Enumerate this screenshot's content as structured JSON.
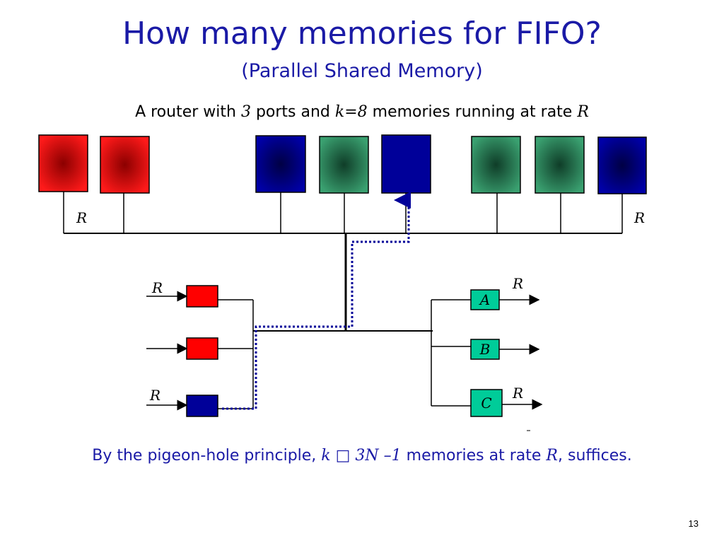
{
  "slide": {
    "title": "How many memories for FIFO?",
    "subtitle": "(Parallel Shared Memory)",
    "intro": {
      "pre": "A router with ",
      "ports": "3",
      "mid": " ports and ",
      "k": "k=8",
      "post": " memories running at rate ",
      "rate": "R"
    },
    "conclusion": {
      "pre": "By the pigeon-hole principle, ",
      "formula": "k □ 3N –1",
      "mid": "  memories at rate ",
      "rate": "R",
      "post": ", suffices."
    },
    "page_number": "13"
  },
  "diagram": {
    "rate_label": "R",
    "memories": [
      {
        "style": "red-gradient"
      },
      {
        "style": "red-gradient"
      },
      {
        "style": "blue-gradient"
      },
      {
        "style": "green-gradient"
      },
      {
        "style": "blue-solid"
      },
      {
        "style": "green-gradient"
      },
      {
        "style": "green-gradient"
      },
      {
        "style": "blue-gradient"
      }
    ],
    "input_packets": [
      {
        "color": "red"
      },
      {
        "color": "red"
      },
      {
        "color": "blue"
      }
    ],
    "output_queues": [
      "A",
      "B",
      "C"
    ],
    "colors": {
      "red": "#ff0000",
      "dark_red": "#8b0000",
      "blue": "#000099",
      "dark_blue": "#000044",
      "green": "#339966",
      "dark_green": "#0f3d28",
      "teal": "#00cc99",
      "dotted_path": "#000099"
    }
  }
}
